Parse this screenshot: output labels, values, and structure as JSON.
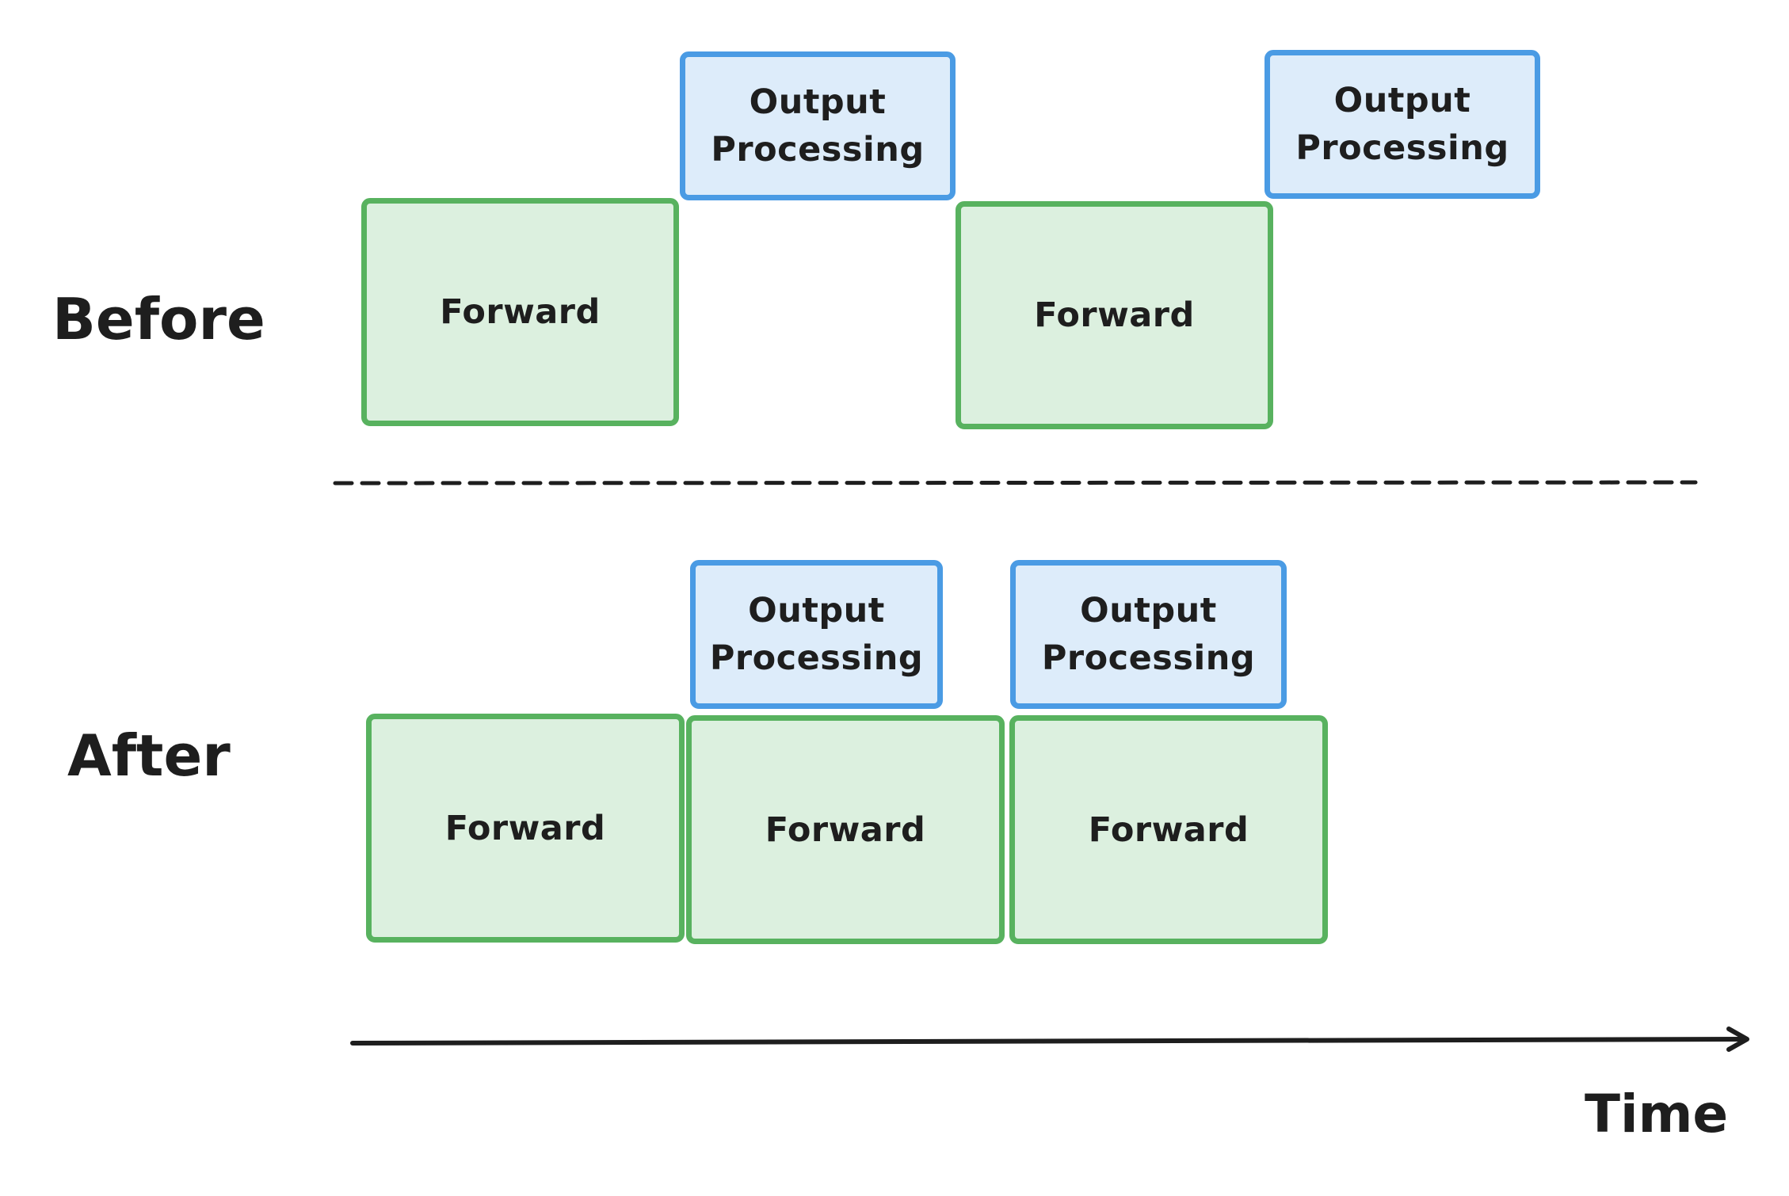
{
  "rows": {
    "before": {
      "label": "Before",
      "forward": [
        "Forward",
        "Forward"
      ],
      "output": [
        "Output\nProcessing",
        "Output\nProcessing"
      ]
    },
    "after": {
      "label": "After",
      "forward": [
        "Forward",
        "Forward",
        "Forward"
      ],
      "output": [
        "Output\nProcessing",
        "Output\nProcessing"
      ]
    }
  },
  "axis": {
    "label": "Time"
  },
  "colors": {
    "forward_fill": "#dcf0df",
    "forward_border": "#58b25f",
    "output_fill": "#ddecfa",
    "output_border": "#4a9be4",
    "ink": "#1e1e1e"
  }
}
